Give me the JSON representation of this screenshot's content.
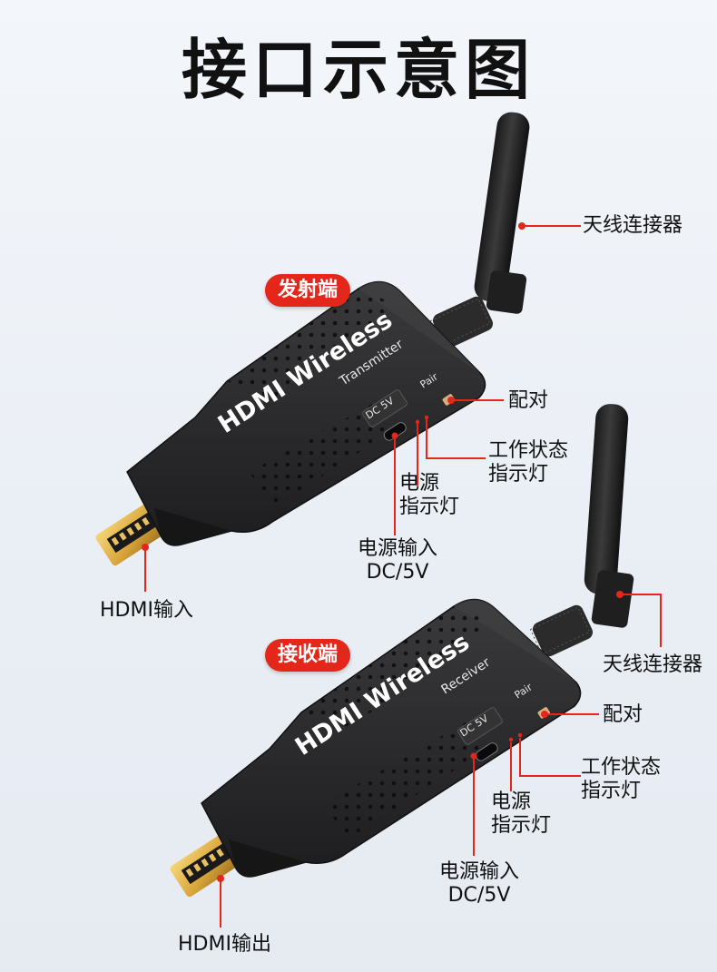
{
  "title": "接口示意图",
  "transmitter": {
    "badge": "发射端",
    "brand": "HDMI Wireless",
    "subtitle": "Transmitter",
    "pair_button_label": "Pair",
    "dc_port_label": "DC 5V",
    "labels": {
      "antenna": "天线连接器",
      "pair": "配对",
      "status_led_line1": "工作状态",
      "status_led_line2": "指示灯",
      "power_led_line1": "电源",
      "power_led_line2": "指示灯",
      "power_input_line1": "电源输入",
      "power_input_line2": "DC/5V",
      "hdmi": "HDMI输入"
    }
  },
  "receiver": {
    "badge": "接收端",
    "brand": "HDMI Wireless",
    "subtitle": "Receiver",
    "pair_button_label": "Pair",
    "dc_port_label": "DC 5V",
    "labels": {
      "antenna": "天线连接器",
      "pair": "配对",
      "status_led_line1": "工作状态",
      "status_led_line2": "指示灯",
      "power_led_line1": "电源",
      "power_led_line2": "指示灯",
      "power_input_line1": "电源输入",
      "power_input_line2": "DC/5V",
      "hdmi": "HDMI输出"
    }
  },
  "colors": {
    "badge": "#e4261b",
    "callout_line": "#e4261b",
    "device_body": "#2a2a2c",
    "hdmi_gold": "#d9a53a"
  }
}
